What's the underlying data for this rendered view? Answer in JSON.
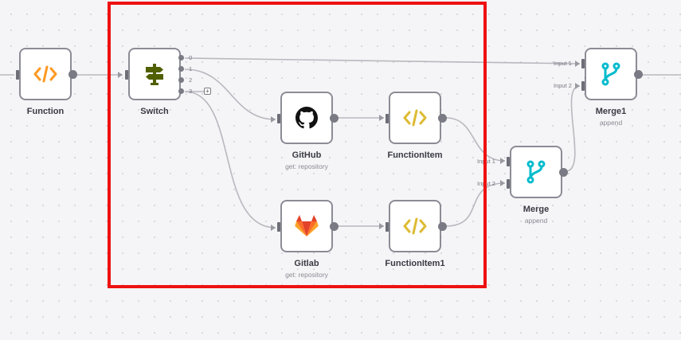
{
  "nodes": {
    "function": {
      "label": "Function",
      "icon": "code-icon",
      "color": "#ff9922"
    },
    "switch": {
      "label": "Switch",
      "icon": "signpost-icon",
      "color": "#506000",
      "outputs": [
        "0",
        "1",
        "2",
        "3"
      ]
    },
    "github": {
      "label": "GitHub",
      "subtitle": "get: repository",
      "icon": "github-icon",
      "color": "#111111"
    },
    "functionitem": {
      "label": "FunctionItem",
      "icon": "code-icon",
      "color": "#ddbb33"
    },
    "gitlab": {
      "label": "Gitlab",
      "subtitle": "get: repository",
      "icon": "gitlab-icon",
      "color": "#e24329"
    },
    "functionitem1": {
      "label": "FunctionItem1",
      "icon": "code-icon",
      "color": "#ddbb33"
    },
    "merge": {
      "label": "Merge",
      "subtitle": "append",
      "icon": "merge-icon",
      "color": "#00bbcc",
      "inputs": [
        "Input 1",
        "Input 2"
      ]
    },
    "merge1": {
      "label": "Merge1",
      "subtitle": "append",
      "icon": "merge-icon",
      "color": "#00bbcc",
      "inputs": [
        "Input 1",
        "Input 2"
      ]
    }
  },
  "add_button": "+",
  "selection_color": "#ee1111",
  "edge_color": "#b8b8c0"
}
